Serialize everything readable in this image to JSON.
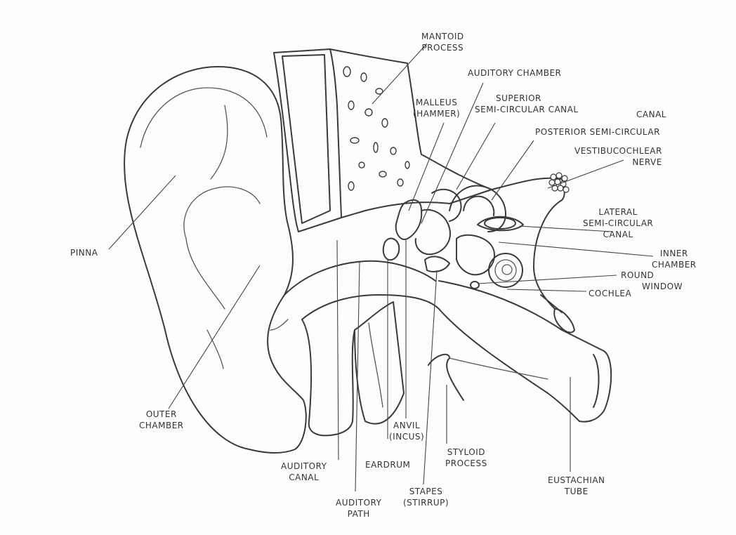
{
  "labels": {
    "mantoid_process": [
      "Mantoid",
      "Process"
    ],
    "auditory_chamber": "Auditory Chamber",
    "malleus": [
      "Malleus",
      "(Hammer)"
    ],
    "superior_canal": [
      "Superior",
      "Semi-circular canal"
    ],
    "canal": "Canal",
    "posterior_canal": "Posterior Semi-circular",
    "vestibulocochlear": [
      "Vestibucochlear",
      "Nerve"
    ],
    "lateral_canal": [
      "Lateral",
      "Semi-circular",
      "Canal"
    ],
    "inner_chamber": [
      "Inner",
      "Chamber"
    ],
    "round_window": [
      "Round",
      "Window"
    ],
    "cochlea": "Cochlea",
    "pinna": "Pinna",
    "outer_chamber": [
      "Outer",
      "Chamber"
    ],
    "auditory_canal": [
      "Auditory",
      "Canal"
    ],
    "auditory_path": [
      "Auditory",
      "Path"
    ],
    "eardrum": "Eardrum",
    "anvil": [
      "Anvil",
      "(incus)"
    ],
    "stapes": [
      "Stapes",
      "(Stirrup)"
    ],
    "styloid_process": [
      "Styloid",
      "Process"
    ],
    "eustachian_tube": [
      "Eustachian",
      "Tube"
    ]
  }
}
